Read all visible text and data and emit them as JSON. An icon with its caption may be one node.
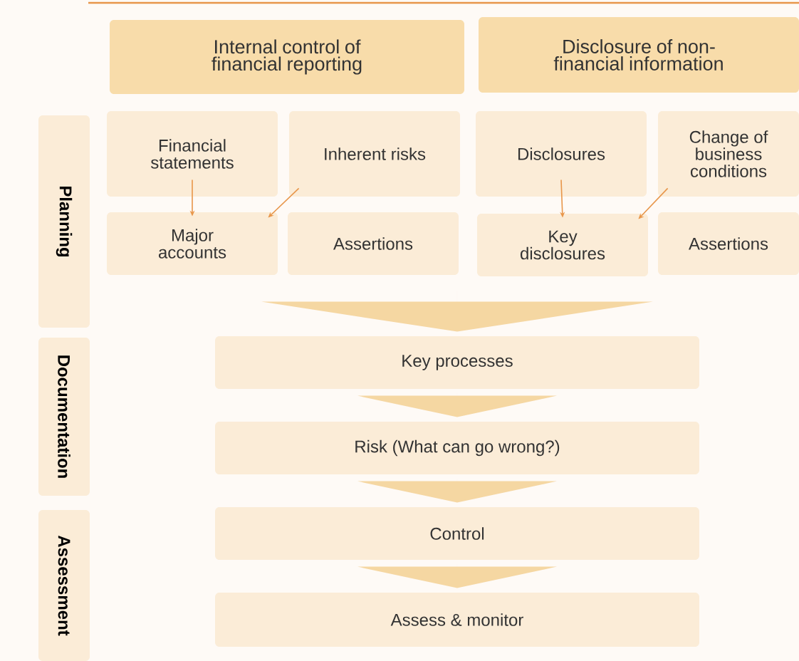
{
  "diagram": {
    "nodes": [
      {
        "text": [
          "Planning"
        ]
      },
      {
        "text": [
          "Documentation"
        ]
      },
      {
        "text": [
          "Assessment"
        ]
      },
      {
        "text": [
          "Internal control of financial reporting"
        ]
      },
      {
        "text": [
          "Disclosure of non-financial information"
        ]
      },
      {
        "text": [
          "Financial statements"
        ]
      },
      {
        "text": [
          "Inherent risks"
        ]
      },
      {
        "text": [
          "Disclosures"
        ]
      },
      {
        "text": [
          "Change of business conditions"
        ]
      },
      {
        "text": [
          "Major accounts"
        ]
      },
      {
        "text": [
          "Assertions"
        ]
      },
      {
        "text": [
          "Key disclosures"
        ]
      },
      {
        "text": [
          "Assertions"
        ]
      },
      {
        "text": [
          "Key processes"
        ]
      },
      {
        "text": [
          "Risk (What can go wrong?)"
        ]
      },
      {
        "text": [
          "Control"
        ]
      },
      {
        "text": [
          "Assess & monitor"
        ]
      }
    ],
    "edges": [
      {
        "from": 5,
        "to": 9,
        "arrow": "to"
      },
      {
        "from": 6,
        "to": 9,
        "arrow": "to"
      },
      {
        "from": 7,
        "to": 11,
        "arrow": "to"
      },
      {
        "from": 8,
        "to": 11,
        "arrow": "to"
      },
      {
        "from": null,
        "to": 13,
        "arrow": "to"
      },
      {
        "from": 13,
        "to": 14,
        "arrow": "to"
      },
      {
        "from": 14,
        "to": 15,
        "arrow": "to"
      },
      {
        "from": 15,
        "to": 16,
        "arrow": "to"
      }
    ]
  }
}
